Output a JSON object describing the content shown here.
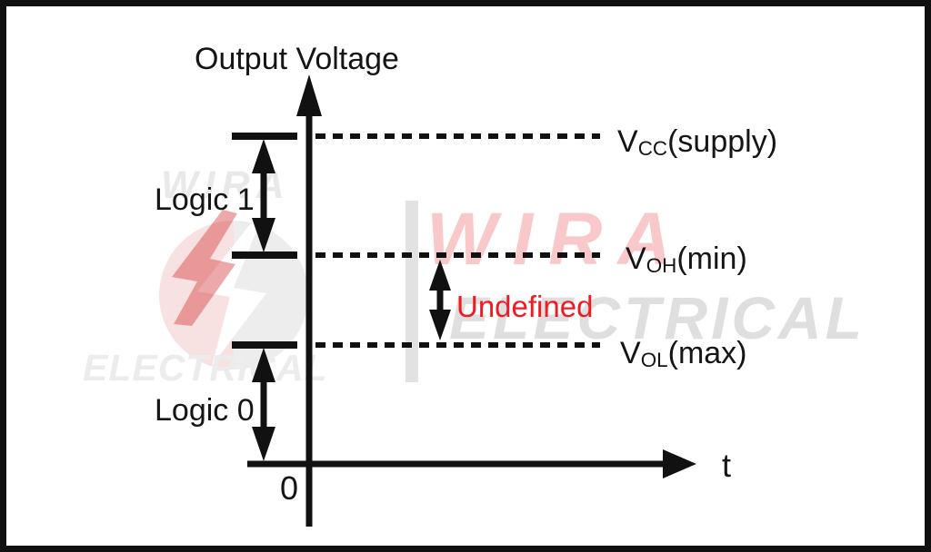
{
  "title": "Output Voltage",
  "x_axis": {
    "label": "t",
    "origin_label": "0"
  },
  "levels": {
    "vcc": {
      "pre": "V",
      "sub": "CC",
      "post": "(supply)"
    },
    "voh": {
      "pre": "V",
      "sub": "OH",
      "post": "(min)"
    },
    "vol": {
      "pre": "V",
      "sub": "OL",
      "post": "(max)"
    }
  },
  "regions": {
    "logic1": "Logic 1",
    "undefined": "Undefined",
    "logic0": "Logic 0"
  },
  "watermark": {
    "brand": "WIRA",
    "brand_suffix": "ELECTRICAL"
  },
  "colors": {
    "line": "#111111",
    "undefined_text": "#ED1C24",
    "watermark_red": "#E5393F",
    "watermark_gray": "#DADADA",
    "logo_pink": "#F7E1E1",
    "logo_gray": "#EDEDED"
  }
}
